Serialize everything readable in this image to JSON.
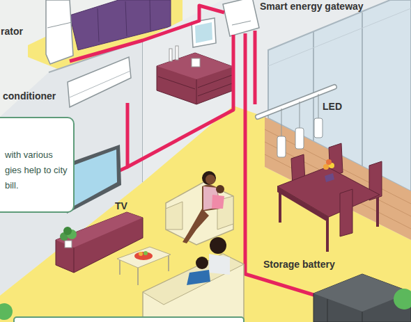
{
  "diagram": {
    "nodes": [
      {
        "text": [
          "with various gies help to city bill."
        ]
      }
    ],
    "labels": [
      "Smart energy gateway",
      "rator",
      "conditioner",
      "LED",
      "TV",
      "Storage battery"
    ]
  }
}
